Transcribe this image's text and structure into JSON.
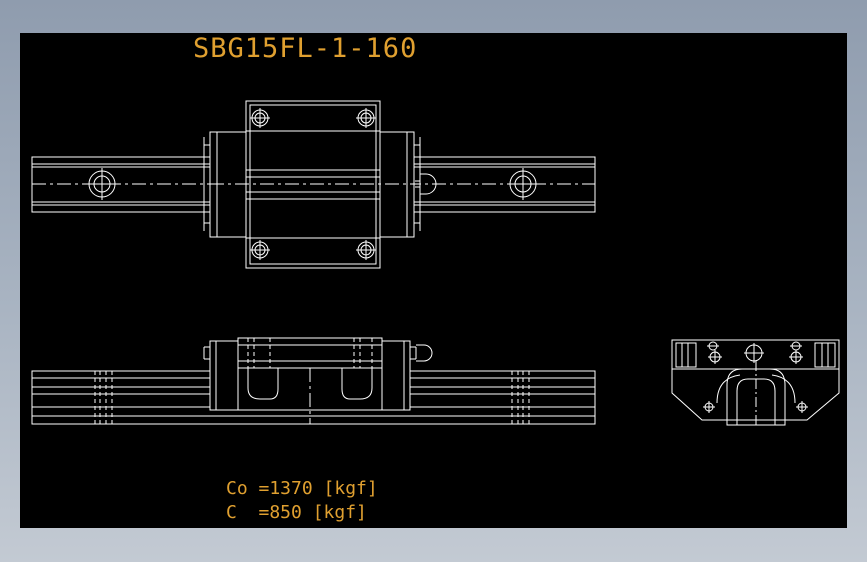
{
  "drawing": {
    "title": "SBG15FL-1-160",
    "spec_lines": [
      "Co =1370 [kgf]",
      "C  =850 [kgf]"
    ],
    "colors": {
      "background": "#000000",
      "line": "#ffffff",
      "text": "#e0a030"
    }
  }
}
